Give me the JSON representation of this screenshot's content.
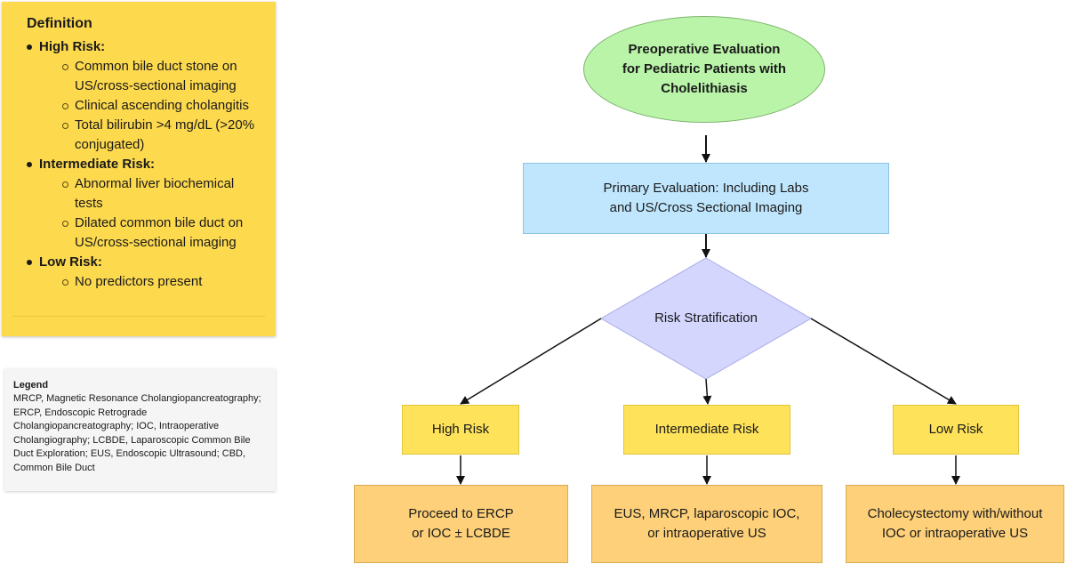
{
  "definition": {
    "title": "Definition",
    "groups": [
      {
        "label": "High Risk:",
        "items": [
          "Common bile duct stone on US/cross-sectional imaging",
          "Clinical ascending cholangitis",
          "Total bilirubin >4 mg/dL (>20% conjugated)"
        ]
      },
      {
        "label": "Intermediate Risk:",
        "items": [
          "Abnormal liver biochemical tests",
          "Dilated common bile duct on US/cross-sectional imaging"
        ]
      },
      {
        "label": "Low Risk:",
        "items": [
          "No predictors present"
        ]
      }
    ]
  },
  "legend": {
    "title": "Legend",
    "text": "MRCP, Magnetic Resonance Cholangiopancreatography; ERCP, Endoscopic Retrograde Cholangiopancreatography; IOC, Intraoperative Cholangiography; LCBDE, Laparoscopic Common Bile Duct Exploration; EUS, Endoscopic Ultrasound; CBD, Common Bile Duct"
  },
  "flow": {
    "start": "Preoperative Evaluation\nfor Pediatric Patients with\nCholelithiasis",
    "primary": "Primary Evaluation: Including Labs\nand US/Cross Sectional Imaging",
    "decision": "Risk Stratification",
    "risks": {
      "high": "High Risk",
      "intermediate": "Intermediate Risk",
      "low": "Low Risk"
    },
    "actions": {
      "high": "Proceed to ERCP\nor IOC ± LCBDE",
      "intermediate": "EUS, MRCP, laparoscopic IOC,\nor intraoperative US",
      "low": "Cholecystectomy with/without\nIOC or intraoperative US"
    }
  },
  "colors": {
    "definition_bg": "#fdd94e",
    "start_fill": "#b9f4a8",
    "primary_fill": "#bfe6fd",
    "decision_fill": "#d4d6fe",
    "risk_fill": "#fde25a",
    "action_fill": "#fdd079"
  }
}
